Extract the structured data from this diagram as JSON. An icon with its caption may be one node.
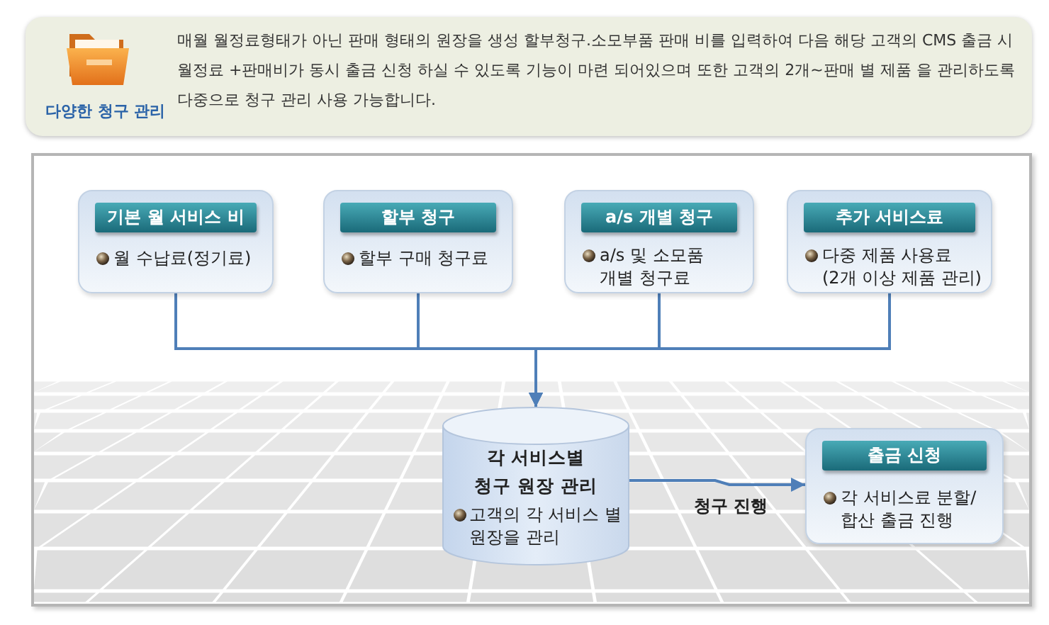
{
  "diagram": {
    "nodes": [
      {
        "text": [
          "다양한 청구 관리",
          "매월 월정료형태가 아닌 판매 형태의 원장을 생성 할부청구.소모부품 판매 비를 입력하여 다음 해당 고객의 CMS 출금 시 월정료 +판매비가 동시 출금 신청 하실 수 있도록 기능이 마련 되어있으며 또한 고객의 2개~판매 별 제품 을 관리하도록 다중으로 청구 관리 사용 가능합니다."
        ]
      },
      {
        "text": [],
        "shape": "box"
      },
      {
        "text": [
          "기본 월 서비스 비",
          "월 수납료(정기료)"
        ],
        "in": 1
      },
      {
        "text": [
          "할부 청구",
          "할부 구매 청구료"
        ],
        "in": 1
      },
      {
        "text": [
          "a/s 개별 청구",
          "a/s 및 소모품 개별 청구료"
        ],
        "in": 1
      },
      {
        "text": [
          "추가 서비스료",
          "다중 제품 사용료 (2개 이상 제품 관리)"
        ],
        "in": 1
      },
      {
        "text": [
          "각 서비스별 청구 원장 관리",
          "고객의 각 서비스 별 원장을 관리"
        ],
        "in": 1
      },
      {
        "text": [
          "출금 신청",
          "각 서비스료 분할/합산 출금 진행"
        ],
        "in": 1
      }
    ],
    "edges": [
      {
        "from": 2,
        "to": 6,
        "arrow": "to"
      },
      {
        "from": 3,
        "to": 6,
        "arrow": "to"
      },
      {
        "from": 4,
        "to": 6,
        "arrow": "to"
      },
      {
        "from": 5,
        "to": 6,
        "arrow": "to"
      },
      {
        "from": 6,
        "to": 7,
        "arrow": "to",
        "label": "청구 진행"
      }
    ]
  }
}
